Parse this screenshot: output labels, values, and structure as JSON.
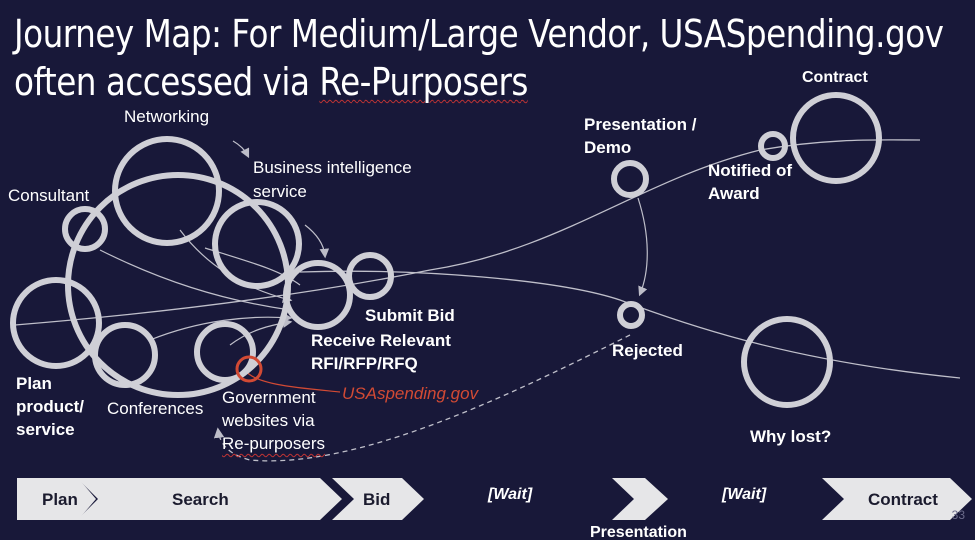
{
  "title": {
    "line1": "Journey Map: For Medium/Large Vendor, USASpending.gov",
    "line2_prefix": "often accessed via ",
    "line2_link": "Re-Purposers"
  },
  "labels": {
    "networking": "Networking",
    "bi_line1": "Business intelligence",
    "bi_line2": "service",
    "consultant": "Consultant",
    "plan_line1": "Plan",
    "plan_line2": "product/",
    "plan_line3": "service",
    "conferences": "Conferences",
    "gov_line1": "Government",
    "gov_line2": "websites via",
    "gov_line3": "Re-purposers",
    "usaspending": "USAspending.gov",
    "submit_bid": "Submit Bid",
    "rfi_line1": "Receive Relevant",
    "rfi_line2": "RFI/RFP/RFQ",
    "presentation_line1": "Presentation /",
    "presentation_line2": "Demo",
    "contract_top": "Contract",
    "notified_line1": "Notified of",
    "notified_line2": "Award",
    "rejected": "Rejected",
    "why_lost": "Why lost?"
  },
  "stages": {
    "plan": "Plan",
    "search": "Search",
    "bid": "Bid",
    "wait1": "[Wait]",
    "presentation": "Presentation",
    "wait2": "[Wait]",
    "contract": "Contract"
  },
  "page_number": "33",
  "colors": {
    "background": "#181839",
    "circle": "#cfcfd6",
    "highlight": "#d24a34",
    "chevron": "#e6e6e8"
  }
}
